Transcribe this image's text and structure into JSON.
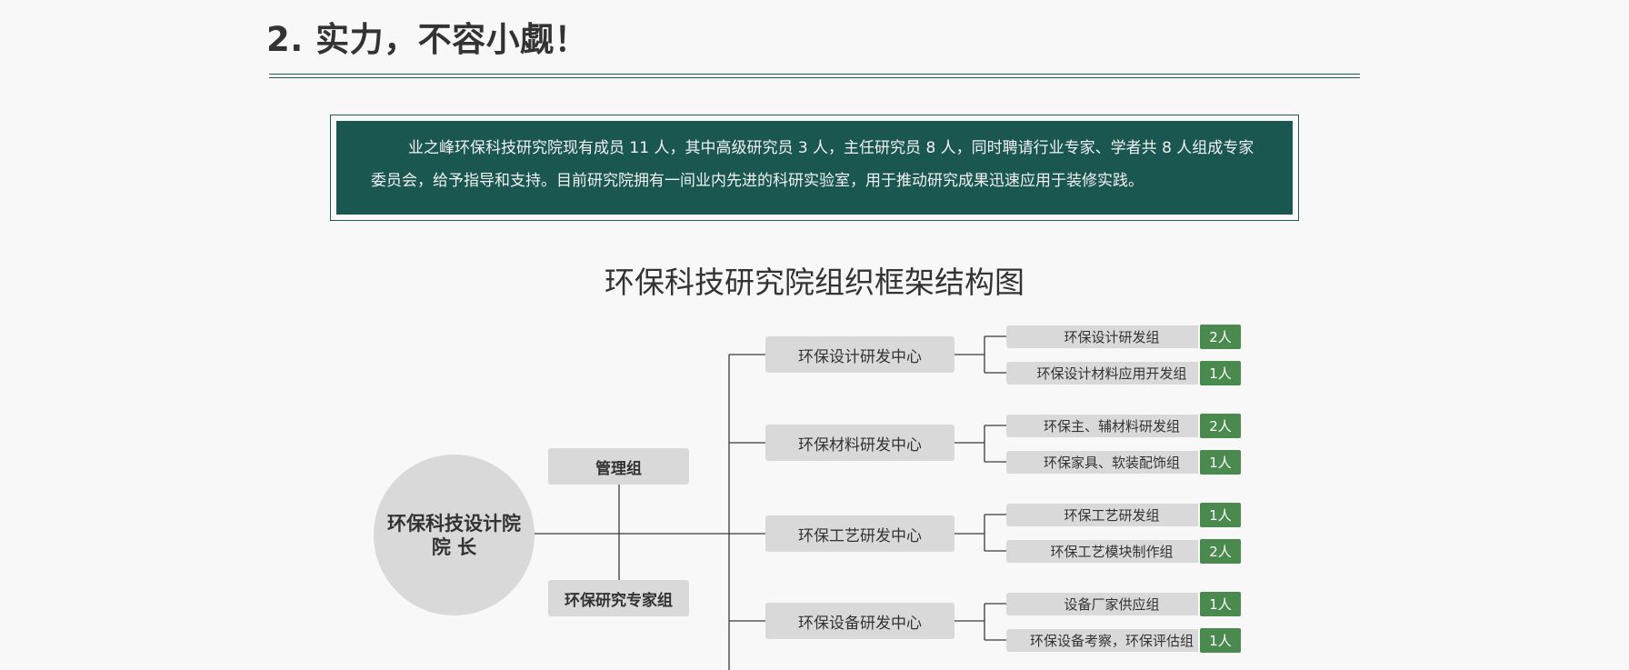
{
  "heading": "2. 实力，不容小觑！",
  "intro": "业之峰环保科技研究院现有成员 11 人，其中高级研究员 3 人，主任研究员 8 人，同时聘请行业专家、学者共 8 人组成专家委员会，给予指导和支持。目前研究院拥有一间业内先进的科研实验室，用于推动研究成果迅速应用于装修实践。",
  "chart": {
    "title": "环保科技研究院组织框架结构图",
    "root": {
      "line1": "环保科技设计院",
      "line2": "院 长"
    },
    "side_groups": [
      "管理组",
      "环保研究专家组"
    ],
    "centers": [
      {
        "name": "环保设计研发中心",
        "groups": [
          {
            "name": "环保设计研发组",
            "count": "2人"
          },
          {
            "name": "环保设计材料应用开发组",
            "count": "1人"
          }
        ]
      },
      {
        "name": "环保材料研发中心",
        "groups": [
          {
            "name": "环保主、辅材料研发组",
            "count": "2人"
          },
          {
            "name": "环保家具、软装配饰组",
            "count": "1人"
          }
        ]
      },
      {
        "name": "环保工艺研发中心",
        "groups": [
          {
            "name": "环保工艺研发组",
            "count": "1人"
          },
          {
            "name": "环保工艺模块制作组",
            "count": "2人"
          }
        ]
      },
      {
        "name": "环保设备研发中心",
        "groups": [
          {
            "name": "设备厂家供应组",
            "count": "1人"
          },
          {
            "name": "环保设备考察，环保评估组",
            "count": "1人"
          }
        ]
      }
    ]
  },
  "colors": {
    "accent": "#1b5751",
    "badge": "#4a8a4f",
    "node": "#d9d9d9"
  }
}
